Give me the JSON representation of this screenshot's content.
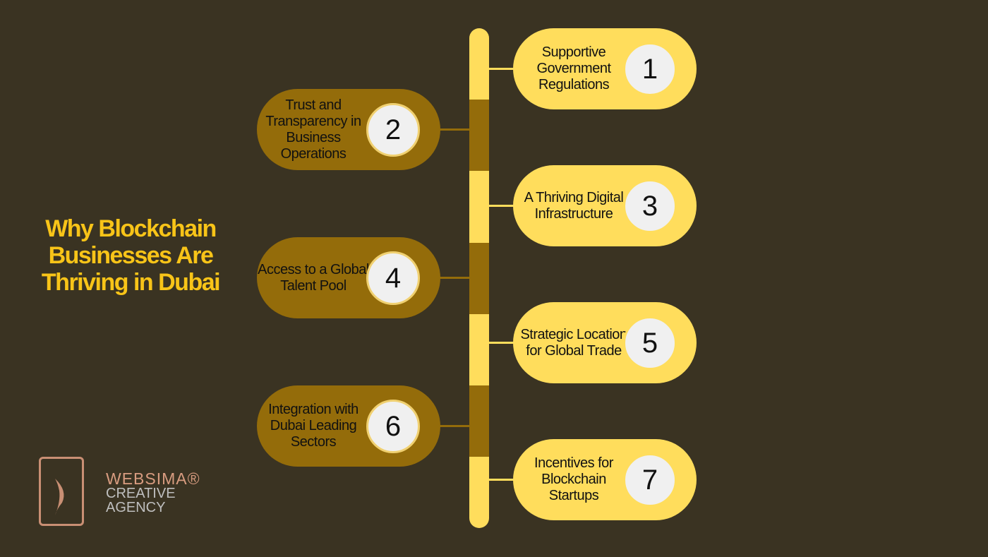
{
  "title": "Why Blockchain Businesses Are Thriving in Dubai",
  "colors": {
    "background": "#3a3322",
    "yellow": "#ffdd5c",
    "brown": "#946c0a",
    "title": "#f8c418"
  },
  "items": [
    {
      "number": "1",
      "label": "Supportive Government Regulations"
    },
    {
      "number": "2",
      "label": "Trust and Transparency in Business Operations"
    },
    {
      "number": "3",
      "label": "A Thriving Digital Infrastructure"
    },
    {
      "number": "4",
      "label": "Access to a Global Talent Pool"
    },
    {
      "number": "5",
      "label": "Strategic Location for Global Trade"
    },
    {
      "number": "6",
      "label": "Integration with Dubai Leading Sectors"
    },
    {
      "number": "7",
      "label": "Incentives for Blockchain Startups"
    }
  ],
  "logo": {
    "brand": "WEBSIMA®",
    "line1": "CREATIVE",
    "line2": "AGENCY"
  }
}
